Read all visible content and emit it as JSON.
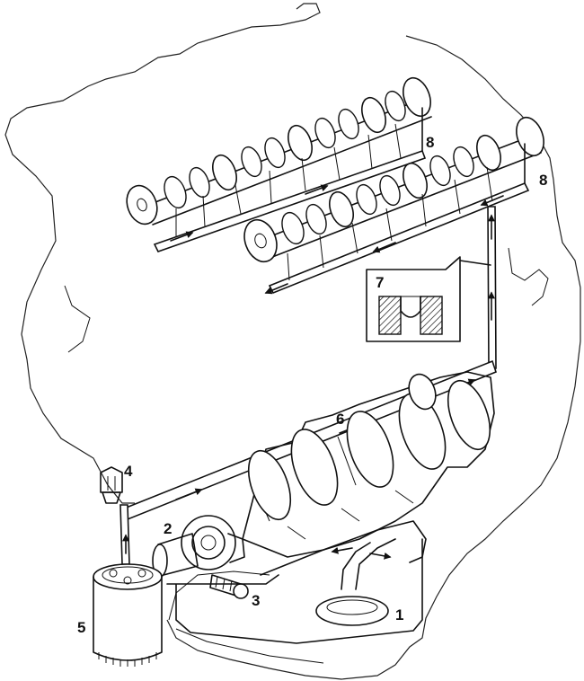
{
  "callouts": {
    "c1": "1",
    "c2": "2",
    "c3": "3",
    "c4": "4",
    "c5": "5",
    "c6": "6",
    "c7": "7",
    "c8a": "8",
    "c8b": "8"
  },
  "colors": {
    "ink": "#111111",
    "paper": "#ffffff"
  }
}
